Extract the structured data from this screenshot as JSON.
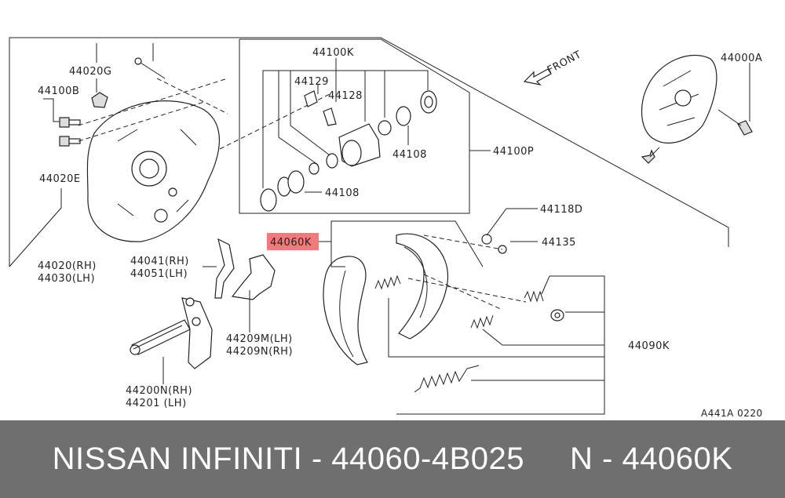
{
  "labels": {
    "p44020G": "44020G",
    "p44100B": "44100B",
    "p44020E": "44020E",
    "p44020_rh": "44020(RH)",
    "p44030_lh": "44030(LH)",
    "p44100K": "44100K",
    "p44129": "44129",
    "p44128": "44128",
    "p44108a": "44108",
    "p44108b": "44108",
    "p44100P": "44100P",
    "front": "FRONT",
    "p44000A": "44000A",
    "p44118D": "44118D",
    "p44135": "44135",
    "p44060K": "44060K",
    "p44041_rh": "44041(RH)",
    "p44051_lh": "44051(LH)",
    "p44209M_lh": "44209M(LH)",
    "p44209N_rh": "44209N(RH)",
    "p44090K": "44090K",
    "p44200N_rh": "44200N(RH)",
    "p44201_lh": "44201  (LH)",
    "ref": "A441A 0220"
  },
  "highlight_color": "#f27a7a",
  "footer": {
    "text": "NISSAN INFINITI - 44060-4B025     N - 44060K",
    "background": "#6f6f6f"
  }
}
